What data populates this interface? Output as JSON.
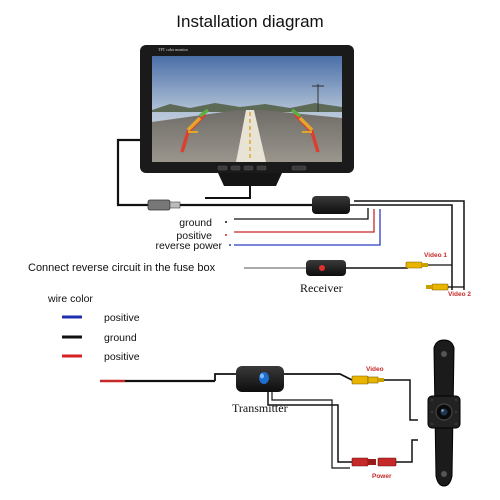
{
  "title": "Installation diagram",
  "monitor": {
    "label": "TFT color monitor"
  },
  "wires": {
    "ground": "ground",
    "positive": "positive",
    "reverse_power": "reverse power"
  },
  "fuse_note": "Connect reverse circuit in the fuse box",
  "receiver": {
    "label": "Receiver"
  },
  "transmitter": {
    "label": "Transmitter"
  },
  "video_labels": {
    "video1": "Video 1",
    "video2": "Video 2",
    "video": "Video",
    "power": "Power"
  },
  "legend": {
    "heading": "wire color",
    "items": [
      {
        "label": "positive",
        "color": "#1f2fb0"
      },
      {
        "label": "ground",
        "color": "#111111"
      },
      {
        "label": "positive",
        "color": "#d42020"
      }
    ]
  },
  "colors": {
    "red": "#c62828",
    "blue": "#2a3fc8",
    "yellow": "#e8b400",
    "cable": "#111111"
  }
}
